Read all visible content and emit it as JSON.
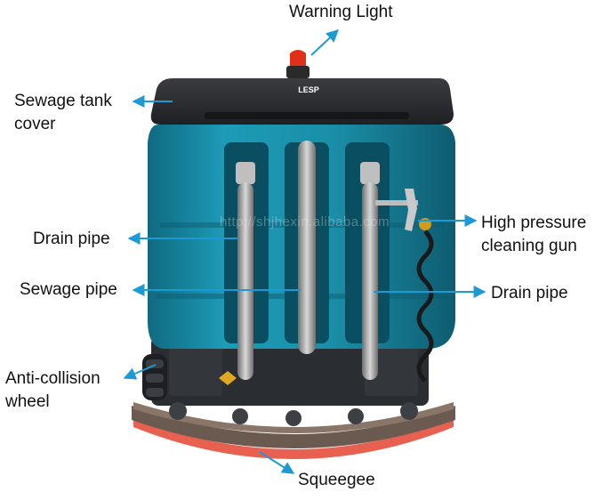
{
  "labels": {
    "warning_light": "Warning Light",
    "sewage_tank_cover_line1": "Sewage tank",
    "sewage_tank_cover_line2": "cover",
    "drain_pipe_left": "Drain pipe",
    "high_pressure_line1": "High pressure",
    "high_pressure_line2": "cleaning gun",
    "sewage_pipe": "Sewage pipe",
    "drain_pipe_right": "Drain pipe",
    "anti_collision_line1": "Anti-collision",
    "anti_collision_line2": "wheel",
    "squeegee": "Squeegee"
  },
  "logo_text": "LESP",
  "watermark": "http://shjhexin.alibaba.com",
  "colors": {
    "arrow": "#1c9ad6",
    "tank": "#1a8fa8",
    "tank_dark": "#0f5f73",
    "cover": "#2b2d30",
    "hose": "#a9a9a9",
    "base": "#2a2d31",
    "squeegee": "#e8604f",
    "beacon": "#e0301a"
  }
}
